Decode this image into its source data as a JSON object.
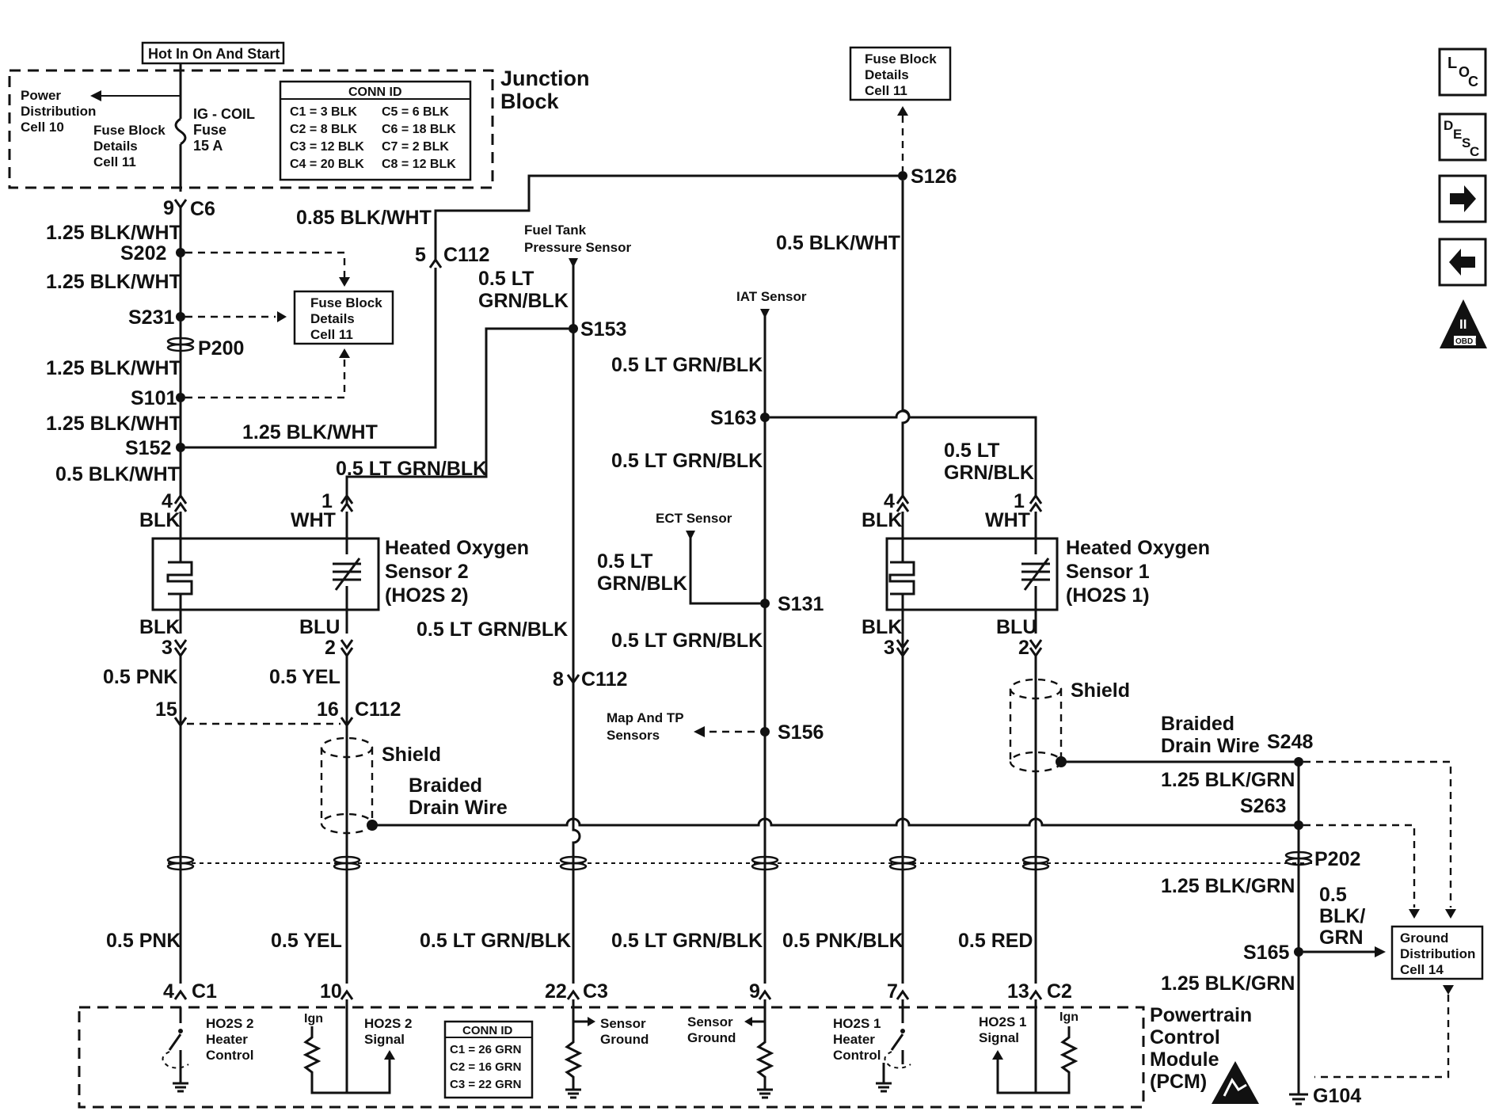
{
  "nav_buttons": {
    "loc": {
      "main": "L",
      "sup1": "O",
      "sup2": "C"
    },
    "desc": {
      "main": "D",
      "sup1": "E",
      "sup2": "S",
      "sup3": "C"
    },
    "obd_label": "OBD II",
    "obd_numeral": "II"
  },
  "junction_block": {
    "hot_label": "Hot In On And Start",
    "title_line1": "Junction",
    "title_line2": "Block",
    "power_dist": [
      "Power",
      "Distribution",
      "Cell 10"
    ],
    "fuse_block_details": [
      "Fuse Block",
      "Details",
      "Cell 11"
    ],
    "fuse": [
      "IG - COIL",
      "Fuse",
      "15 A"
    ],
    "conn_id": {
      "title": "CONN ID",
      "rows": [
        [
          "C1 = 3 BLK",
          "C5 = 6 BLK"
        ],
        [
          "C2 = 8 BLK",
          "C6 = 18 BLK"
        ],
        [
          "C3 = 12 BLK",
          "C7 = 2 BLK"
        ],
        [
          "C4 = 20 BLK",
          "C8 = 12 BLK"
        ]
      ]
    }
  },
  "top_fuse_block": [
    "Fuse Block",
    "Details",
    "Cell 11"
  ],
  "mid_fuse_block": [
    "Fuse Block",
    "Details",
    "Cell 11"
  ],
  "splices": {
    "s126": "S126",
    "s202": "S202",
    "s231": "S231",
    "p200": "P200",
    "s101": "S101",
    "s152": "S152",
    "s153": "S153",
    "s163": "S163",
    "s131": "S131",
    "s156": "S156",
    "s248": "S248",
    "s263": "S263",
    "p202": "P202",
    "s165": "S165",
    "g104": "G104"
  },
  "connectors": {
    "c6_pin": "9",
    "c6": "C6",
    "c112_top_pin": "5",
    "c112_top": "C112",
    "c112_mid_pin": "8",
    "c112_mid": "C112",
    "c112_15": "15",
    "c112_16": "16",
    "c112_low": "C112",
    "ho2s2_p4": "4",
    "ho2s2_p1": "1",
    "ho2s2_p3": "3",
    "ho2s2_p2": "2",
    "ho2s1_p4": "4",
    "ho2s1_p1": "1",
    "ho2s1_p3": "3",
    "ho2s1_p2": "2",
    "pcm_4": "4",
    "pcm_c1": "C1",
    "pcm_10": "10",
    "pcm_22": "22",
    "pcm_c3": "C3",
    "pcm_9": "9",
    "pcm_7": "7",
    "pcm_13": "13",
    "pcm_c2": "C2"
  },
  "wire_labels": {
    "w1": "1.25 BLK/WHT",
    "w2": "1.25 BLK/WHT",
    "w3": "1.25 BLK/WHT",
    "w4": "1.25 BLK/WHT",
    "w5": "1.25 BLK/WHT",
    "w6": "0.5 BLK/WHT",
    "w7": "0.85 BLK/WHT",
    "w8": "0.5 BLK/WHT",
    "w9a": "0.5 LT",
    "w9b": "GRN/BLK",
    "w10": "0.5 LT GRN/BLK",
    "w11": "0.5 LT GRN/BLK",
    "w12": "0.5 LT GRN/BLK",
    "w13": "0.5 LT GRN/BLK",
    "w14a": "0.5 LT",
    "w14b": "GRN/BLK",
    "w15": "0.5 LT GRN/BLK",
    "w16a": "0.5 LT",
    "w16b": "GRN/BLK",
    "w17": "0.5 PNK",
    "w18": "0.5 YEL",
    "w19": "1.25 BLK/GRN",
    "w20": "1.25 BLK/GRN",
    "w21a": "0.5",
    "w21b": "BLK/",
    "w21c": "GRN",
    "w22": "1.25 BLK/GRN",
    "b1": "0.5 PNK",
    "b2": "0.5 YEL",
    "b3": "0.5 LT GRN/BLK",
    "b4": "0.5 LT GRN/BLK",
    "b5": "0.5 PNK/BLK",
    "b6": "0.5 RED"
  },
  "sensors": {
    "fuel_tank": [
      "Fuel Tank",
      "Pressure Sensor"
    ],
    "iat": "IAT Sensor",
    "ect": "ECT Sensor",
    "map_tp": [
      "Map And TP",
      "Sensors"
    ],
    "ho2s2": [
      "Heated Oxygen",
      "Sensor 2",
      "(HO2S 2)"
    ],
    "ho2s1": [
      "Heated Oxygen",
      "Sensor 1",
      "(HO2S 1)"
    ],
    "ho2s2_top_left": "BLK",
    "ho2s2_top_right": "WHT",
    "ho2s2_bot_left": "BLK",
    "ho2s2_bot_right": "BLU",
    "ho2s1_top_left": "BLK",
    "ho2s1_top_right": "WHT",
    "ho2s1_bot_left": "BLK",
    "ho2s1_bot_right": "BLU"
  },
  "shields": {
    "left_shield": "Shield",
    "left_drain": [
      "Braided",
      "Drain Wire"
    ],
    "right_shield": "Shield",
    "right_drain": [
      "Braided",
      "Drain Wire"
    ]
  },
  "ground_distribution": [
    "Ground",
    "Distribution",
    "Cell 14"
  ],
  "pcm": {
    "title": [
      "Powertrain",
      "Control",
      "Module",
      "(PCM)"
    ],
    "ho2s2_heater": [
      "HO2S 2",
      "Heater",
      "Control"
    ],
    "ign1": "Ign",
    "ho2s2_signal": [
      "HO2S 2",
      "Signal"
    ],
    "sensor_ground1": [
      "Sensor",
      "Ground"
    ],
    "sensor_ground2": [
      "Sensor",
      "Ground"
    ],
    "ho2s1_heater": [
      "HO2S 1",
      "Heater",
      "Control"
    ],
    "ho2s1_signal": [
      "HO2S 1",
      "Signal"
    ],
    "ign2": "Ign",
    "conn_id": {
      "title": "CONN ID",
      "rows": [
        "C1 = 26 GRN",
        "C2 = 16 GRN",
        "C3 = 22 GRN"
      ]
    }
  }
}
